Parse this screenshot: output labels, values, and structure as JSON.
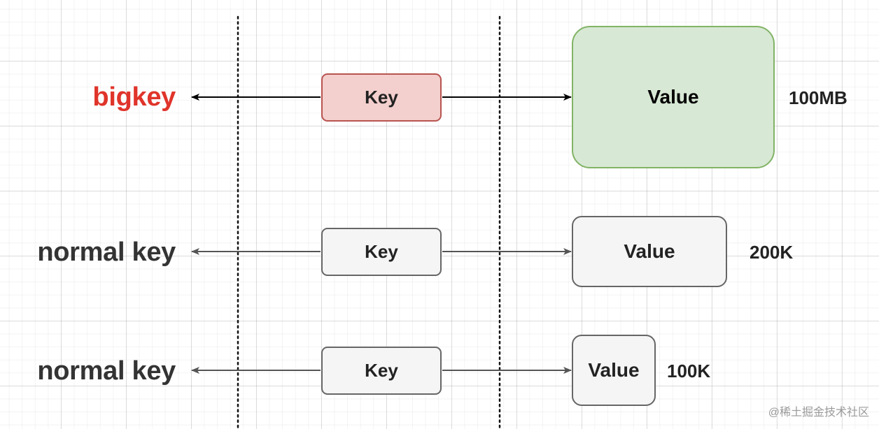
{
  "colors": {
    "bigkey_label": "#e0342a",
    "normal_label": "#333333",
    "big_key_fill": "#f3cfcd",
    "big_key_border": "#b85450",
    "big_value_fill": "#d7e8d4",
    "big_value_border": "#82b366",
    "plain_fill": "#f5f5f5",
    "plain_border": "#666666"
  },
  "rows": [
    {
      "label": "bigkey",
      "key": "Key",
      "value": "Value",
      "size": "100MB"
    },
    {
      "label": "normal key",
      "key": "Key",
      "value": "Value",
      "size": "200K"
    },
    {
      "label": "normal key",
      "key": "Key",
      "value": "Value",
      "size": "100K"
    }
  ],
  "watermark": "@稀土掘金技术社区"
}
